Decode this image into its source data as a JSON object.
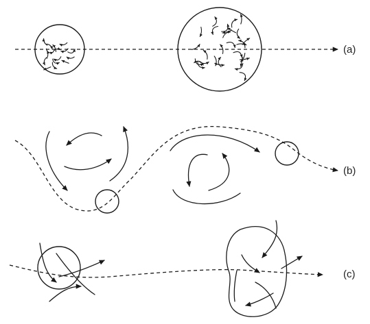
{
  "panels": [
    {
      "id": "a",
      "label": "(a)"
    },
    {
      "id": "b",
      "label": "(b)"
    },
    {
      "id": "c",
      "label": "(c)"
    }
  ],
  "colors": {
    "ink": "#1a1a1a",
    "background": "#ffffff"
  }
}
